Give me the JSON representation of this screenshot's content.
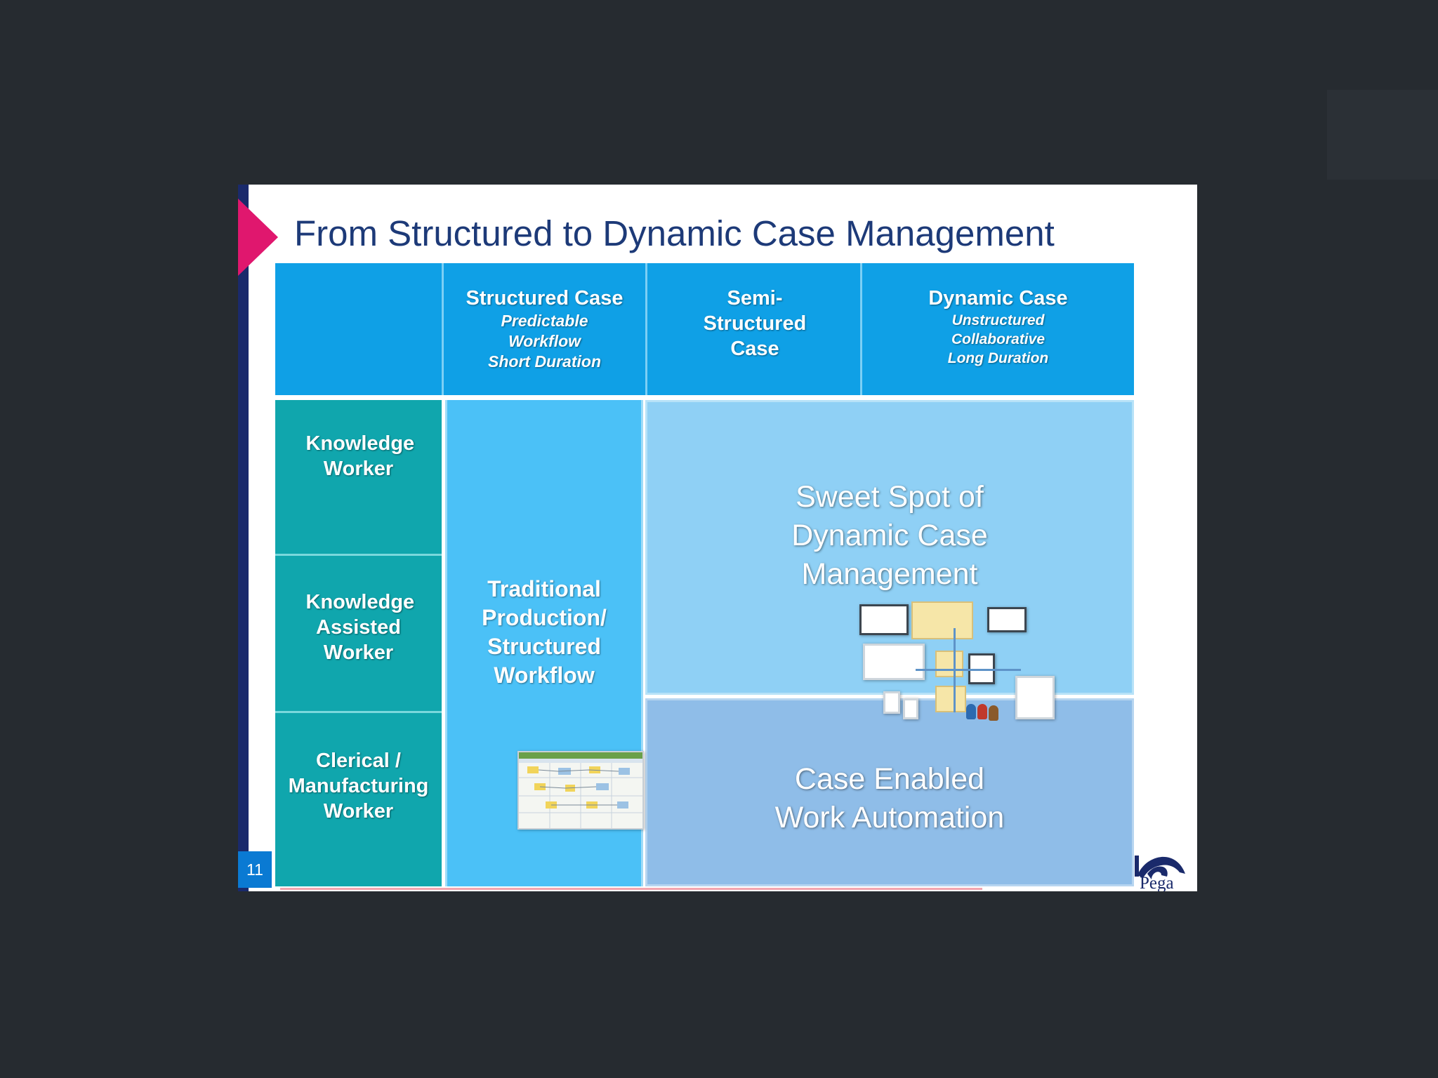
{
  "slide": {
    "title": "From Structured to Dynamic Case Management",
    "page_number": "11",
    "logo_text": "Pega"
  },
  "table": {
    "columns": [
      {
        "main": "Structured Case",
        "sub": [
          "Predictable",
          "Workflow",
          "Short Duration"
        ]
      },
      {
        "main": "Semi-Structured Case",
        "sub": []
      },
      {
        "main": "Dynamic Case",
        "sub": [
          "Unstructured",
          "Collaborative",
          "Long Duration"
        ]
      }
    ],
    "rows": [
      "Knowledge Worker",
      "Knowledge Assisted Worker",
      "Clerical / Manufacturing Worker"
    ],
    "structured_region": "Traditional Production/ Structured Workflow",
    "sweet_spot_region": "Sweet Spot of Dynamic Case Management",
    "automation_region": "Case Enabled Work Automation"
  },
  "icons": [
    "workflow-screenshot-icon",
    "case-collaboration-cluster-icon",
    "pega-logo"
  ],
  "colors": {
    "header_blue": "#0fa0e6",
    "row_teal": "#10a6ad",
    "structured_blue": "#4bc1f7",
    "sweet_spot_blue": "#8fd0f5",
    "automation_blue": "#8fbde8",
    "title_navy": "#1d3a78",
    "accent_magenta": "#e0176e"
  }
}
